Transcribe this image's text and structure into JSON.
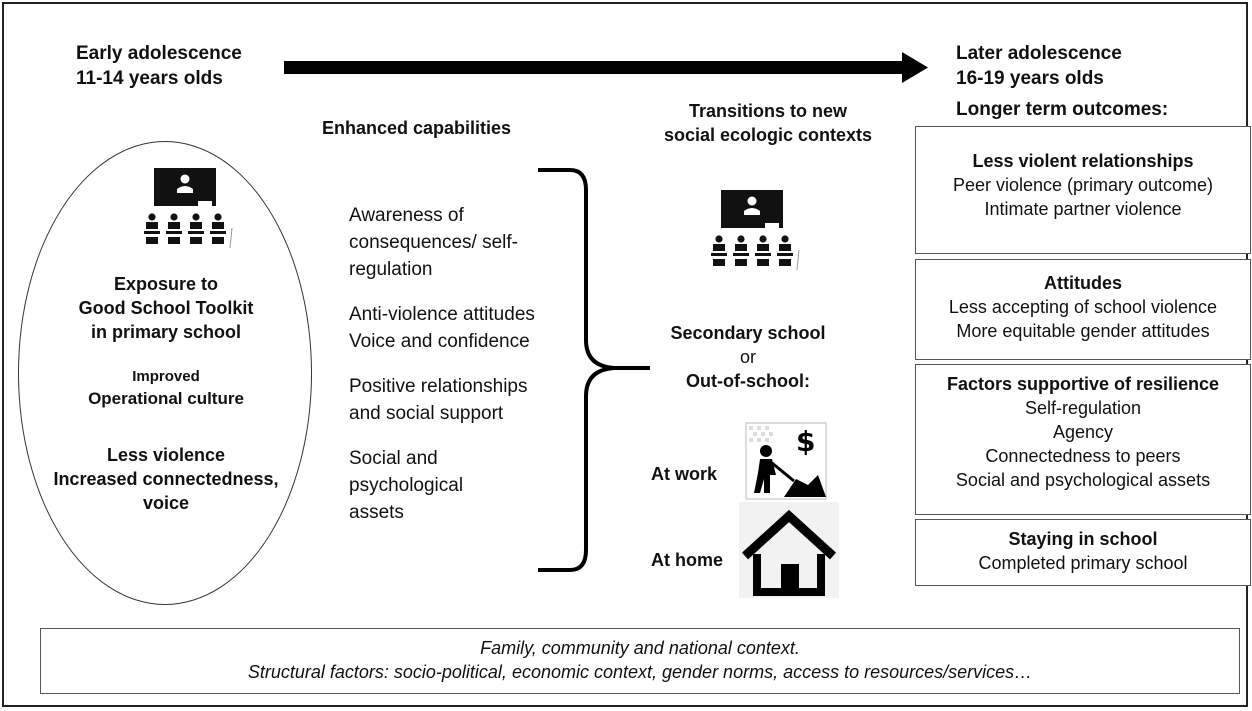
{
  "timeline": {
    "early_title": "Early adolescence",
    "early_ages": "11-14 years olds",
    "later_title": "Later adolescence",
    "later_ages": "16-19 years olds",
    "later_outcomes": "Longer term outcomes:"
  },
  "left": {
    "exposure": [
      "Exposure to",
      "Good School Toolkit",
      "in primary school"
    ],
    "improved": [
      "Improved",
      "Operational culture"
    ],
    "less_violence": [
      "Less violence",
      "Increased connectedness,",
      "voice"
    ]
  },
  "capabilities": {
    "header": "Enhanced capabilities",
    "items": [
      [
        "Awareness of",
        "consequences/ self-",
        "regulation"
      ],
      [
        "Anti-violence attitudes",
        "Voice and confidence"
      ],
      [
        "Positive relationships",
        "and social support"
      ],
      [
        "Social and",
        "psychological",
        "assets"
      ]
    ]
  },
  "transitions": {
    "header": [
      "Transitions to new",
      "social ecologic contexts"
    ],
    "secondary": "Secondary school",
    "or": "or",
    "out_of_school": "Out-of-school:",
    "at_work": "At work",
    "at_home": "At home",
    "money_symbol": "$"
  },
  "outcomes": [
    {
      "title": "Less violent relationships",
      "lines": [
        "Peer violence (primary outcome)",
        "Intimate partner violence"
      ]
    },
    {
      "title": "Attitudes",
      "lines": [
        "Less accepting of school violence",
        "More equitable gender attitudes"
      ]
    },
    {
      "title": "Factors supportive of resilience",
      "lines": [
        "Self-regulation",
        "Agency",
        "Connectedness to peers",
        "Social and psychological assets"
      ]
    },
    {
      "title": "Staying in school",
      "lines": [
        "Completed primary school"
      ]
    }
  ],
  "context": {
    "line1": "Family, community and national context.",
    "line2": "Structural factors: socio-political, economic context, gender norms, access to resources/services…"
  },
  "icons": [
    "classroom-icon",
    "worker-icon",
    "house-icon"
  ],
  "colors": {
    "ink": "#111111",
    "border": "#555555"
  }
}
